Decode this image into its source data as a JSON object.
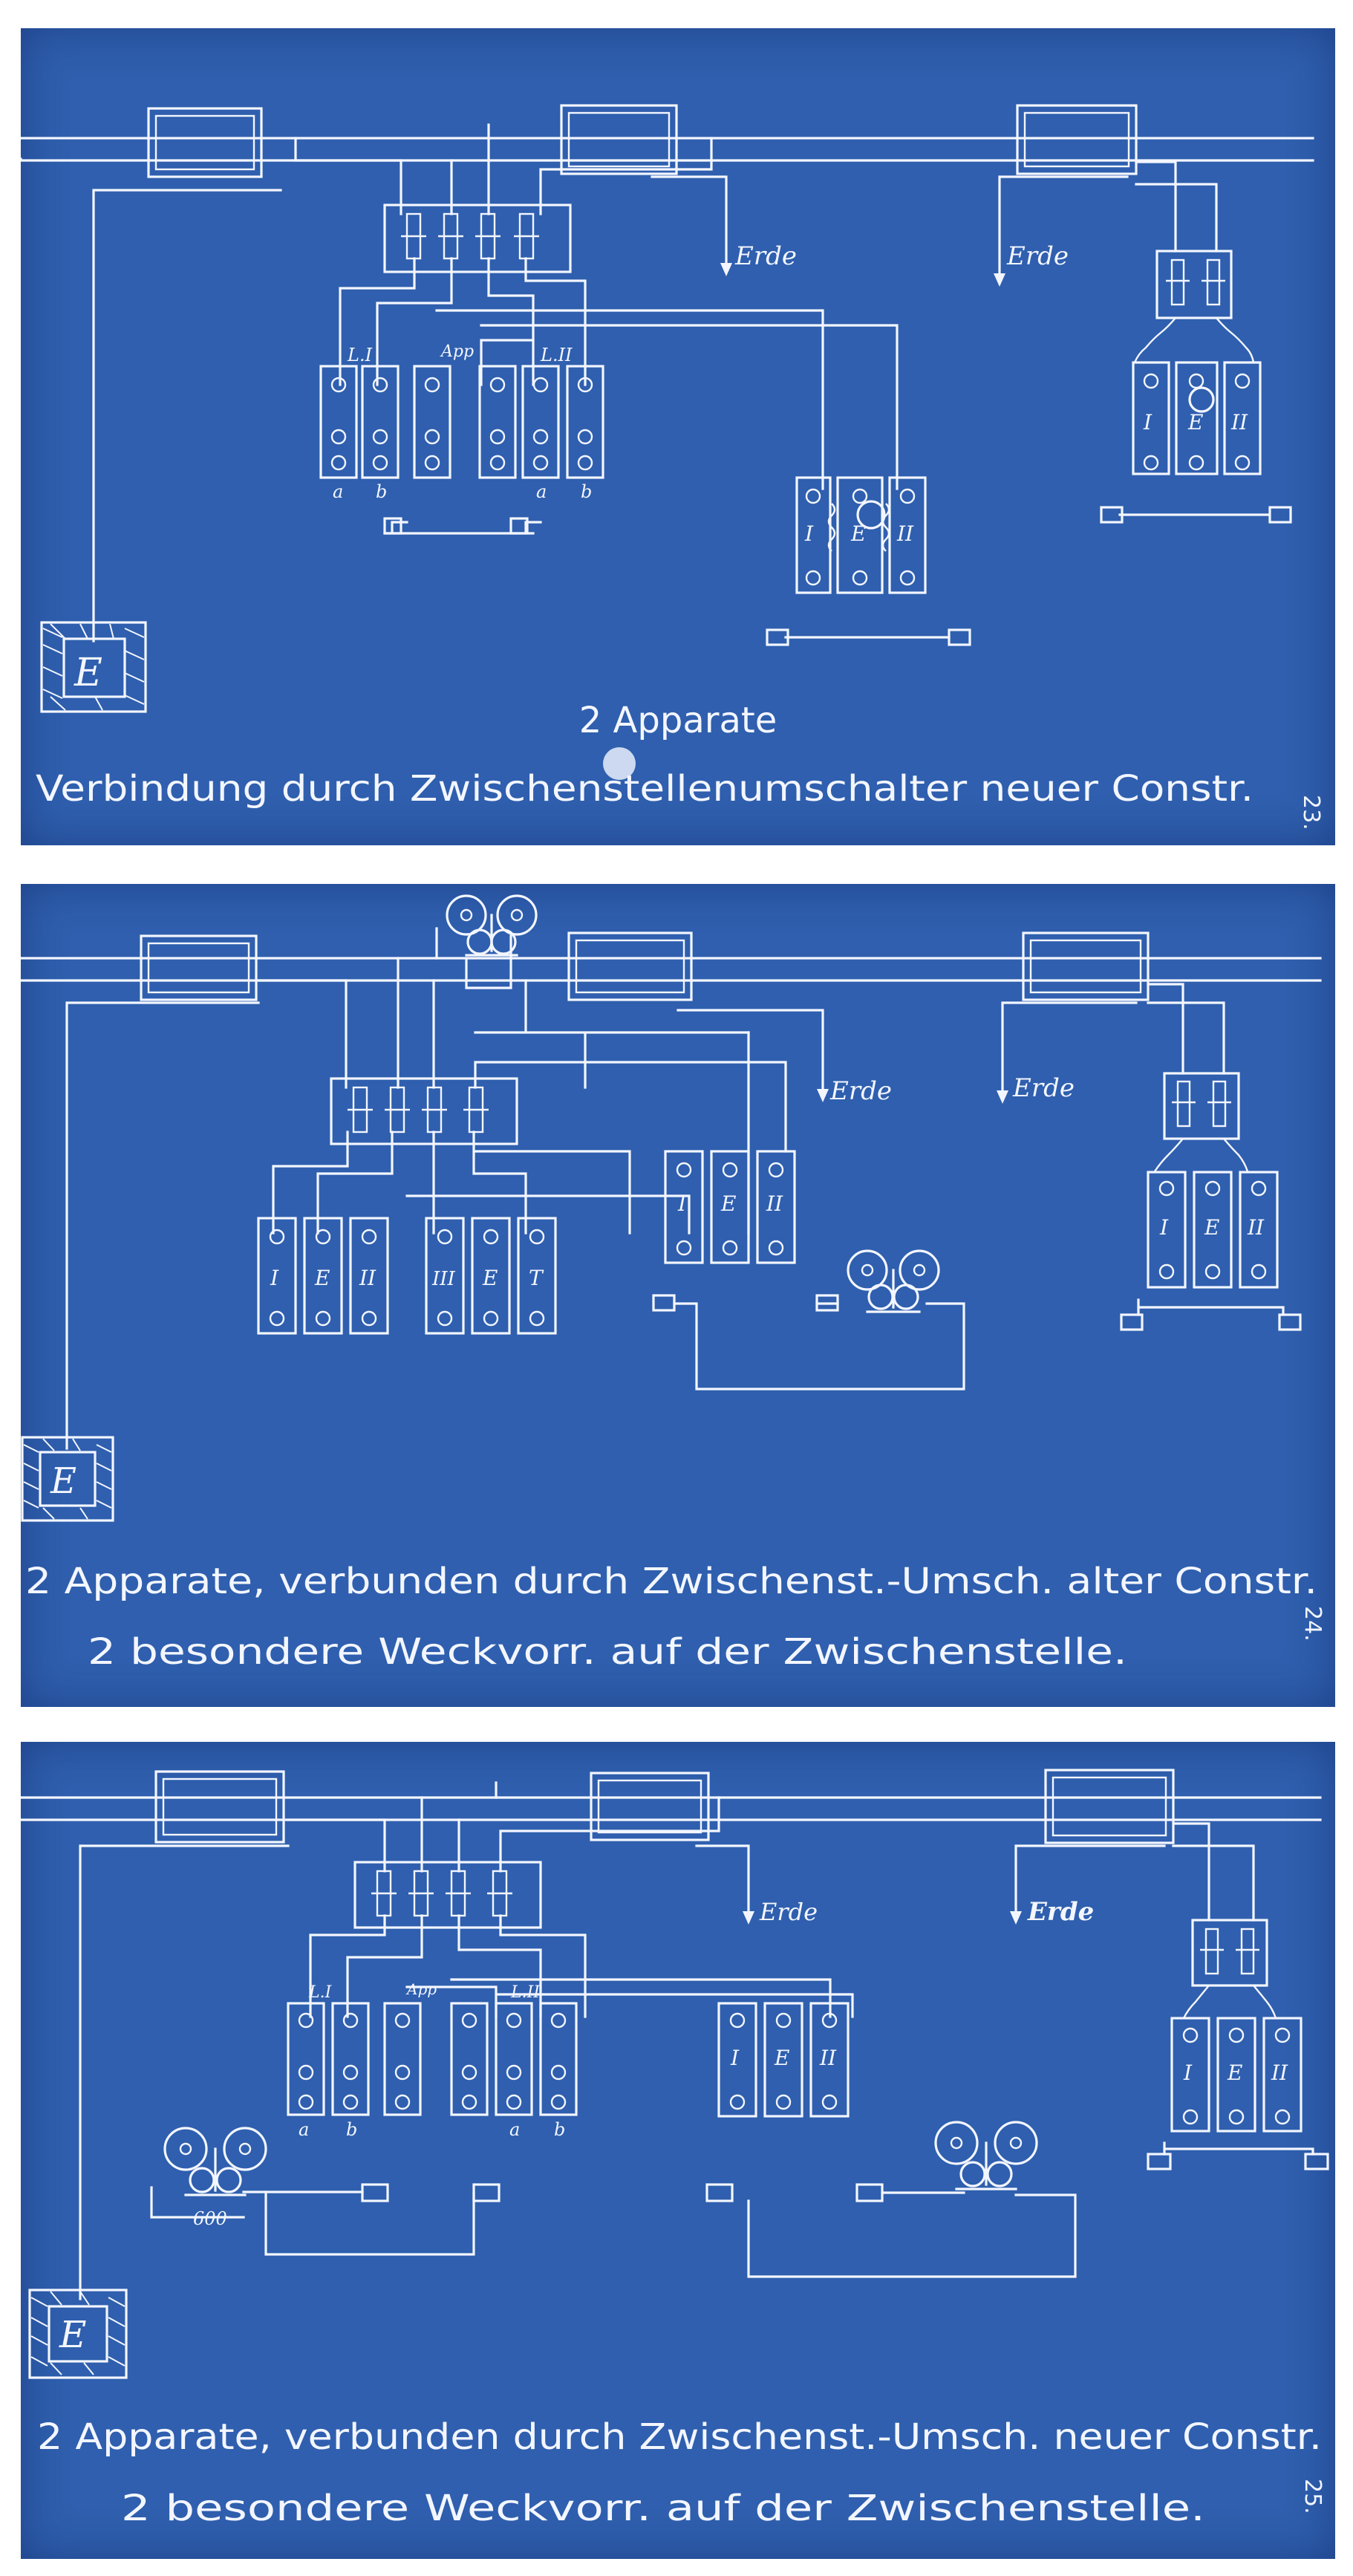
{
  "panels": [
    {
      "id": "panel-23",
      "plate_number": "23.",
      "caption_line1": "2 Apparate",
      "caption_line2": "Verbindung durch  Zwischenstellenumschalter neuer Constr.",
      "labels": {
        "erde_1": "Erde",
        "erde_2": "Erde",
        "earth_plate": "E",
        "term_l1": "L.I",
        "term_app": "App",
        "term_l2": "L.II",
        "term_a1": "a",
        "term_b1": "b",
        "term_a2": "a",
        "term_b2": "b",
        "app1_i": "I",
        "app1_e": "E",
        "app1_ii": "II",
        "app2_i": "I",
        "app2_e": "E",
        "app2_ii": "II"
      }
    },
    {
      "id": "panel-24",
      "plate_number": "24.",
      "caption_line1": "2 Apparate, verbunden durch Zwischenst.-Umsch. alter Constr.",
      "caption_line2": "2 besondere Weckvorr. auf der Zwischenstelle.",
      "labels": {
        "erde_1": "Erde",
        "erde_2": "Erde",
        "earth_plate": "E",
        "sw_1": "I",
        "sw_2": "E",
        "sw_3": "II",
        "sw_4": "III",
        "sw_5": "E",
        "sw_6": "T",
        "mid_i": "I",
        "mid_e": "E",
        "mid_ii": "II",
        "right_i": "I",
        "right_e": "E",
        "right_ii": "II"
      }
    },
    {
      "id": "panel-25",
      "plate_number": "25.",
      "caption_line1": "2 Apparate, verbunden durch Zwischenst.-Umsch. neuer Constr.",
      "caption_line2": "2 besondere Weckvorr. auf der  Zwischenstelle.",
      "labels": {
        "erde_1": "Erde",
        "erde_2": "Erde",
        "earth_plate": "E",
        "term_l1": "L.I",
        "term_app": "App",
        "term_l2": "L.II",
        "term_a1": "a",
        "term_b1": "b",
        "term_a2": "a",
        "term_b2": "b",
        "bell_num": "600",
        "mid_i": "I",
        "mid_e": "E",
        "mid_ii": "II",
        "right_i": "I",
        "right_e": "E",
        "right_ii": "II"
      }
    }
  ]
}
